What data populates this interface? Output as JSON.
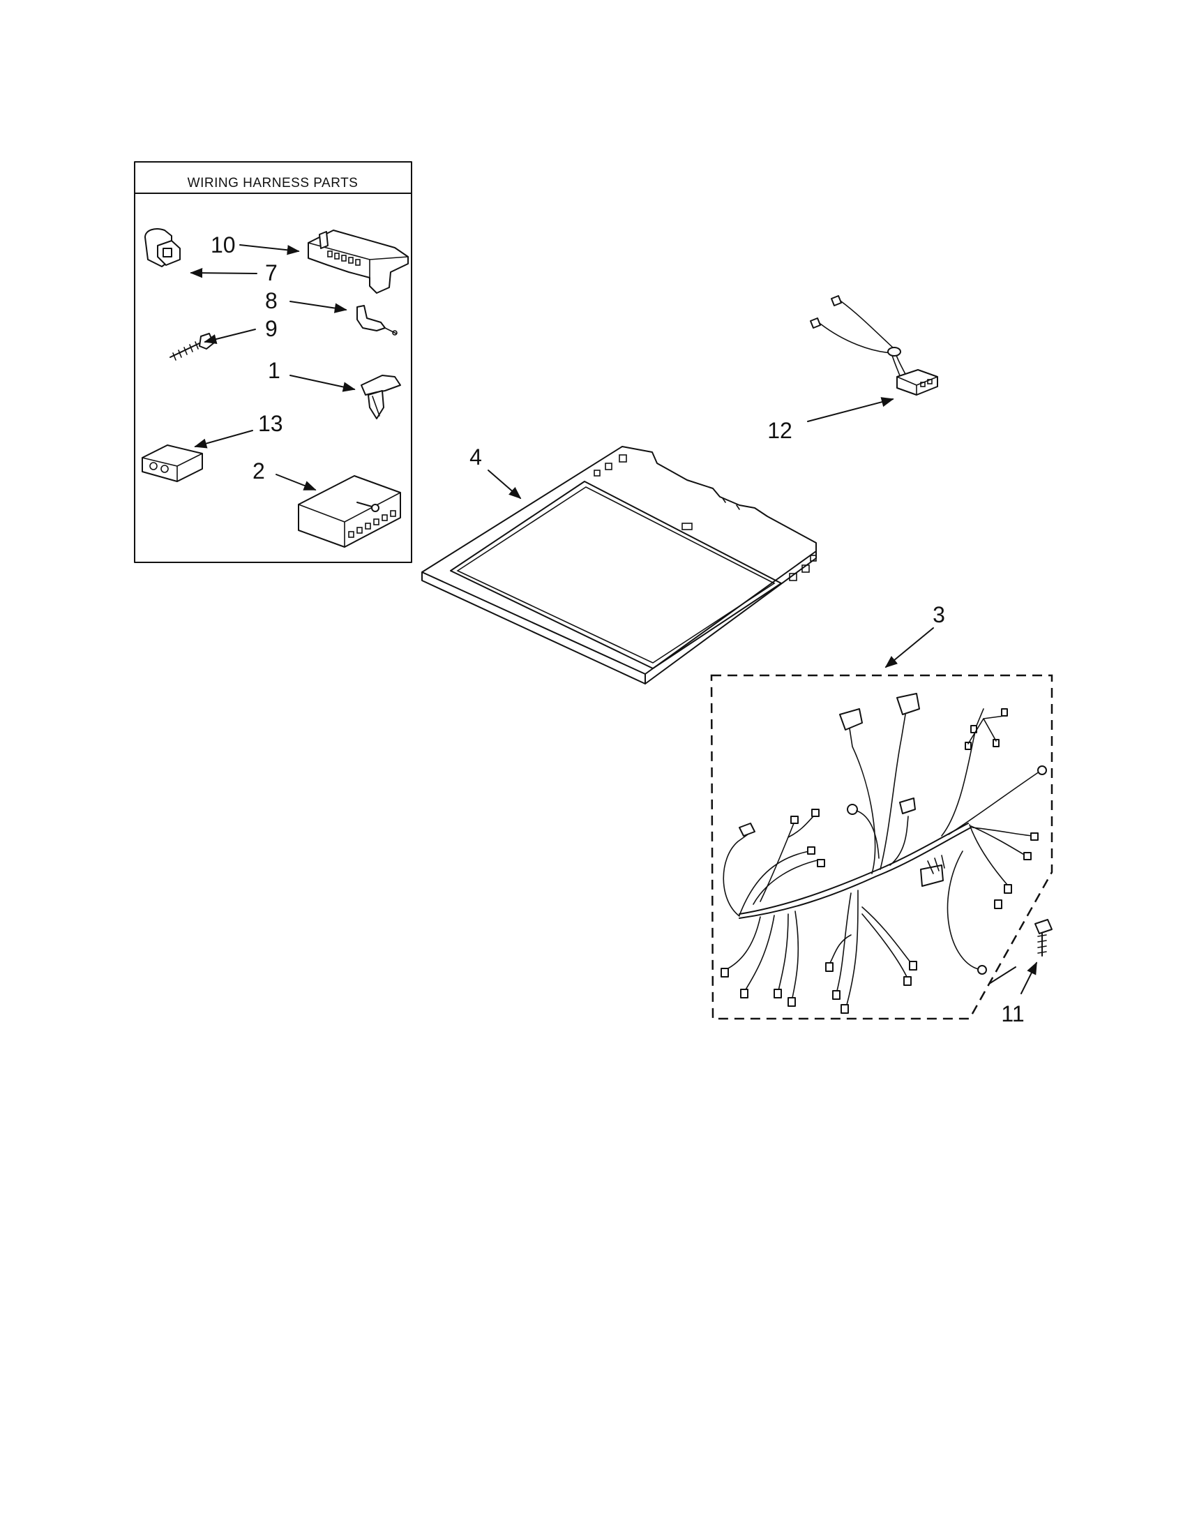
{
  "panel": {
    "title": "WIRING HARNESS PARTS"
  },
  "callouts": {
    "c1": "1",
    "c2": "2",
    "c3": "3",
    "c4": "4",
    "c7": "7",
    "c8": "8",
    "c9": "9",
    "c10": "10",
    "c11": "11",
    "c12": "12",
    "c13": "13"
  }
}
